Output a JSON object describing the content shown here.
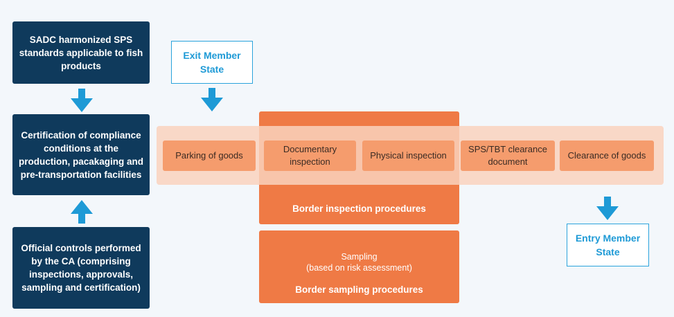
{
  "left_column": {
    "sadc_standards": "SADC harmonized SPS standards applicable to fish products",
    "certification": "Certification of compliance conditions at the production, pacakaging and pre-transportation facilities",
    "official_controls": "Official controls performed by the CA (comprising inspections, approvals, sampling and certification)"
  },
  "exit_state": "Exit Member State",
  "entry_state": "Entry Member State",
  "stages": {
    "parking": "Parking of goods",
    "documentary": "Documentary inspection",
    "physical": "Physical inspection",
    "clearance_document": "SPS/TBT clearance document",
    "clearance_goods": "Clearance of goods"
  },
  "border_inspection_label": "Border inspection procedures",
  "sampling": {
    "title": "Sampling",
    "subtitle": "(based on risk assessment)",
    "label": "Border sampling procedures"
  },
  "colors": {
    "navy": "#0f3a5c",
    "accent_blue": "#1e9ad6",
    "orange": "#ef7a45",
    "stage_orange": "#f59c6d",
    "band": "#f9d2bd"
  },
  "icons": [
    "arrow-down-icon",
    "arrow-up-icon"
  ]
}
